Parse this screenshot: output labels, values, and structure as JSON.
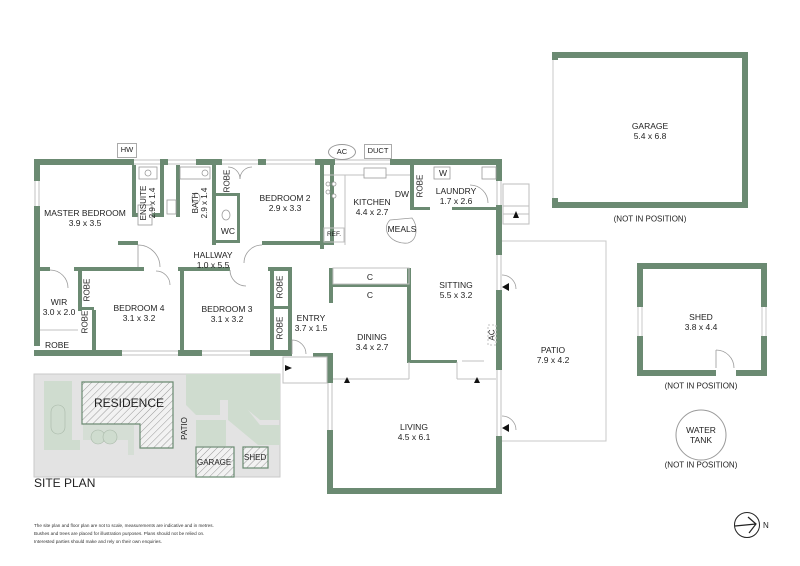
{
  "floor_plan": {
    "rooms": [
      {
        "name": "MASTER BEDROOM",
        "dims": "3.9 x 3.5"
      },
      {
        "name": "ENSUITE",
        "dims": "2.9 x 1.4"
      },
      {
        "name": "BATH",
        "dims": "2.9 x 1.4"
      },
      {
        "name": "ROBE"
      },
      {
        "name": "BEDROOM 2",
        "dims": "2.9 x 3.3"
      },
      {
        "name": "WC"
      },
      {
        "name": "HALLWAY",
        "dims": "1.0 x 5.5"
      },
      {
        "name": "KITCHEN",
        "dims": "4.4 x 2.7"
      },
      {
        "name": "DW"
      },
      {
        "name": "MEALS"
      },
      {
        "name": "REF."
      },
      {
        "name": "ROBE"
      },
      {
        "name": "LAUNDRY",
        "dims": "1.7 x 2.6"
      },
      {
        "name": "W"
      },
      {
        "name": "WIR",
        "dims": "3.0 x 2.0"
      },
      {
        "name": "ROBE"
      },
      {
        "name": "ROBE"
      },
      {
        "name": "ROBE"
      },
      {
        "name": "BEDROOM 4",
        "dims": "3.1 x 3.2"
      },
      {
        "name": "BEDROOM 3",
        "dims": "3.1 x 3.2"
      },
      {
        "name": "ROBE"
      },
      {
        "name": "ROBE"
      },
      {
        "name": "ENTRY",
        "dims": "3.7 x 1.5"
      },
      {
        "name": "C"
      },
      {
        "name": "C"
      },
      {
        "name": "DINING",
        "dims": "3.4 x 2.7"
      },
      {
        "name": "SITTING",
        "dims": "5.5 x 3.2"
      },
      {
        "name": "AC"
      },
      {
        "name": "LIVING",
        "dims": "4.5 x 6.1"
      },
      {
        "name": "PATIO",
        "dims": "7.9 x 4.2"
      }
    ],
    "external_tags": {
      "hw": "HW",
      "ac": "AC",
      "duct": "DUCT"
    }
  },
  "outbuildings": {
    "garage": {
      "name": "GARAGE",
      "dims": "5.4 x 6.8",
      "note": "(NOT IN POSITION)"
    },
    "shed": {
      "name": "SHED",
      "dims": "3.8 x 4.4",
      "note": "(NOT IN POSITION)"
    },
    "water_tank": {
      "line1": "WATER",
      "line2": "TANK",
      "note": "(NOT IN POSITION)"
    }
  },
  "site_plan": {
    "title": "SITE PLAN",
    "residence": "RESIDENCE",
    "patio": "PATIO",
    "garage": "GARAGE",
    "shed": "SHED"
  },
  "disclaimer": [
    "The site plan and floor plan are not to scale, measurements are indicative and in metres.",
    "Bushes and trees are placed for illustration purposes. Plans should not be relied on.",
    "Interested parties should make and rely on their own enquiries."
  ],
  "compass": {
    "label": "N"
  },
  "colors": {
    "wall": "#6b8a72",
    "thin_line": "#b8b8b8",
    "site_green": "#cfdccf",
    "site_grey": "#e3e3e3"
  }
}
